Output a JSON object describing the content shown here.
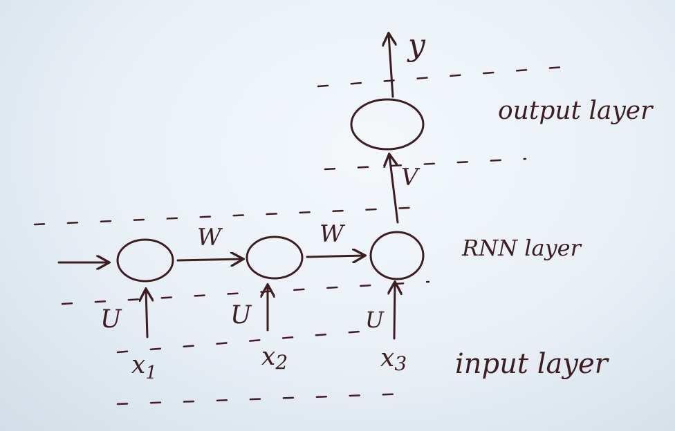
{
  "diagram": {
    "output": {
      "label": "y"
    },
    "output_layer_label": "output layer",
    "rnn_layer_label": "RNN layer",
    "input_layer_label": "input layer",
    "weights": {
      "output": "V",
      "recurrent_1": "W",
      "recurrent_2": "W",
      "input_1": "U",
      "input_2": "U",
      "input_3": "U"
    },
    "inputs": [
      {
        "name": "x",
        "sub": "1"
      },
      {
        "name": "x",
        "sub": "2"
      },
      {
        "name": "x",
        "sub": "3"
      }
    ],
    "ink_color": "#3b1d22",
    "paper_color": "#eef3f8"
  }
}
